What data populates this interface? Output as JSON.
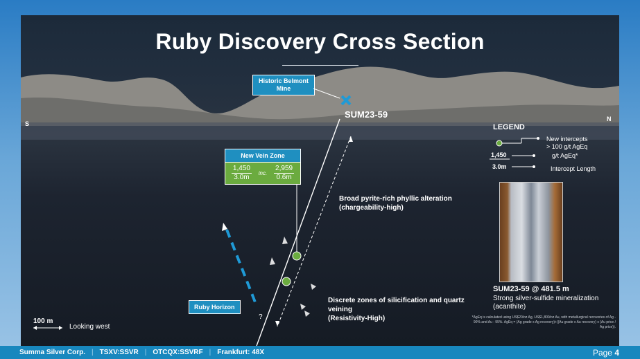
{
  "slide": {
    "title": "Ruby Discovery Cross Section",
    "dir_south": "S",
    "dir_north": "N",
    "historic_mine": "Historic Belmont Mine",
    "drill_hole": "SUM23-59",
    "vein_zone": {
      "title": "New Vein Zone",
      "grade_1": "1,450",
      "length_1": "3.0m",
      "inc": "inc.",
      "grade_2": "2,959",
      "length_2": "0.6m"
    },
    "alteration_note_1": "Broad pyrite-rich phyllic alteration",
    "alteration_note_2": "(chargeability-high)",
    "silicification_note_1": "Discrete zones of silicification and quartz",
    "silicification_note_2": "veining",
    "silicification_note_3": "(Resistivity-High)",
    "ruby_horizon": "Ruby Horizon",
    "question_mark": "?",
    "scale_label": "100 m",
    "looking": "Looking west"
  },
  "legend": {
    "title": "LEGEND",
    "item1_line1": "New intercepts",
    "item1_line2": "> 100 g/t AgEq",
    "grade_example": "1,450",
    "grade_desc": "g/t AgEq*",
    "length_example": "3.0m",
    "length_desc": "Intercept Length"
  },
  "core_photo": {
    "caption_title": "SUM23-59 @ 481.5 m",
    "caption_desc": "Strong silver-sulfide mineralization (acanthite)"
  },
  "footnote": "*AgEq is calculated using US$20/oz Ag, US$1,800/oz Au, with metallurgical recoveries of Ag - 90% and Au - 95%. AgEq = (Ag grade x Ag recovery)+((Au grade x Au recovery) x (Au price / Ag price)).",
  "footer": {
    "company": "Summa Silver Corp.",
    "tsxv": "TSXV:SSVR",
    "otcqx": "OTCQX:SSVRF",
    "frankfurt": "Frankfurt: 48X",
    "page_label": "Page",
    "page_number": "4"
  },
  "colors": {
    "accent_blue": "#1f8fc0",
    "intercept_green": "#6bab3f",
    "footer_blue": "#1887be"
  }
}
